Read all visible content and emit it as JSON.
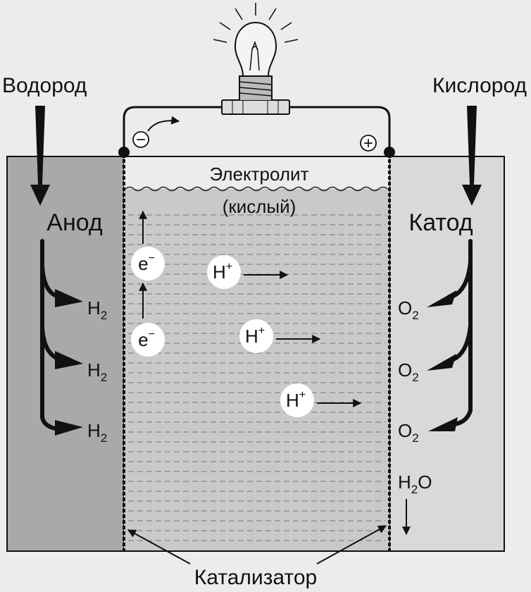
{
  "labels": {
    "hydrogen": "Водород",
    "oxygen": "Кислород",
    "electrolyte_line1": "Электролит",
    "electrolyte_line2": "(кислый)",
    "anode": "Анод",
    "cathode": "Катод",
    "catalyst": "Катализатор",
    "minus": "−",
    "plus": "+"
  },
  "anode_molecules": [
    {
      "base": "H",
      "sub": "2"
    },
    {
      "base": "H",
      "sub": "2"
    },
    {
      "base": "H",
      "sub": "2"
    }
  ],
  "cathode_molecules": [
    {
      "base": "O",
      "sub": "2"
    },
    {
      "base": "O",
      "sub": "2"
    },
    {
      "base": "O",
      "sub": "2"
    }
  ],
  "water": {
    "pre": "H",
    "sub": "2",
    "post": "O"
  },
  "electrons": [
    {
      "base": "e",
      "sup": "−"
    },
    {
      "base": "e",
      "sup": "−"
    }
  ],
  "protons": [
    {
      "base": "H",
      "sup": "+"
    },
    {
      "base": "H",
      "sup": "+"
    },
    {
      "base": "H",
      "sup": "+"
    }
  ],
  "colors": {
    "anode_fill": "#a9a9a9",
    "cathode_fill": "#d9d9d9",
    "electrolyte_fill": "#c9c9c9",
    "background": "#ececec",
    "ink": "#111111",
    "particle_fill": "#ffffff"
  }
}
